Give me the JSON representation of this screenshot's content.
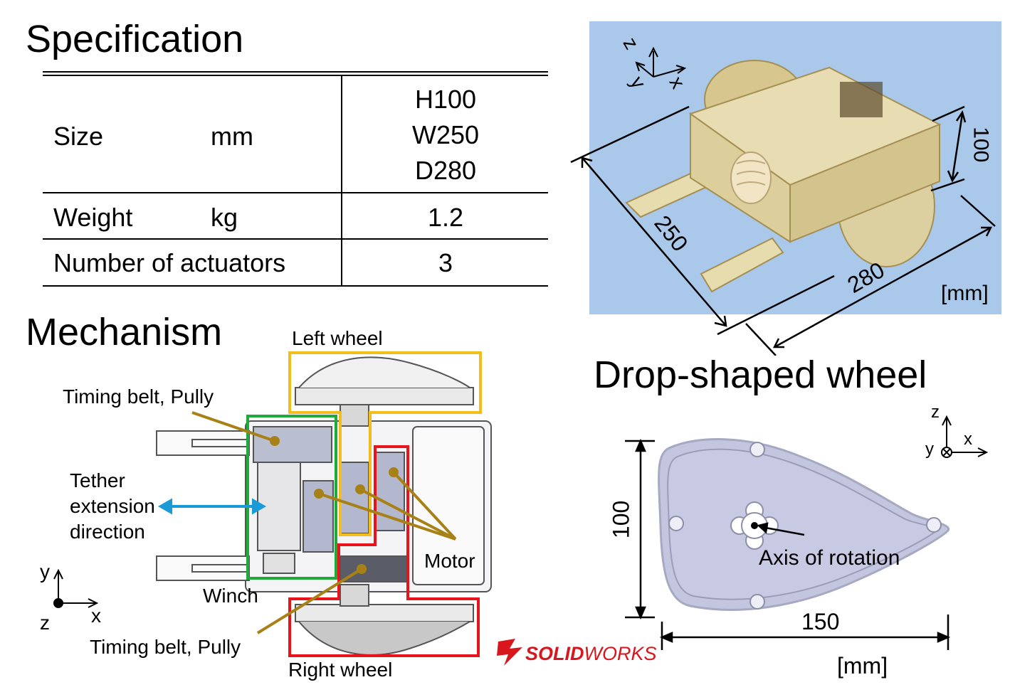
{
  "spec": {
    "title": "Specification",
    "rows": [
      {
        "name": "Size",
        "unit": "mm",
        "values": [
          "H100",
          "W250",
          "D280"
        ]
      },
      {
        "name": "Weight",
        "unit": "kg",
        "values": [
          "1.2"
        ]
      },
      {
        "name": "Number of actuators",
        "unit": "",
        "values": [
          "3"
        ]
      }
    ]
  },
  "photo": {
    "dims": [
      "250",
      "280",
      "100"
    ],
    "unit": "[mm]",
    "axes": [
      "z",
      "y",
      "x"
    ]
  },
  "mechanism": {
    "title": "Mechanism",
    "labels": {
      "left_wheel": "Left wheel",
      "right_wheel": "Right wheel",
      "timing_belt_top": "Timing belt, Pully",
      "timing_belt_bottom": "Timing belt, Pully",
      "tether_1": "Tether",
      "tether_2": "extension",
      "tether_3": "direction",
      "motor": "Motor",
      "winch": "Winch"
    },
    "axes": {
      "y": "y",
      "z": "z",
      "x": "x"
    },
    "brand": {
      "prefix": "SOLID",
      "suffix": "WORKS"
    }
  },
  "wheel": {
    "title": "Drop-shaped wheel",
    "height": "100",
    "width": "150",
    "unit": "[mm]",
    "axis_label": "Axis of rotation",
    "axes": {
      "z": "z",
      "y": "y",
      "x": "x"
    }
  },
  "colors": {
    "left_wheel_box": "#f2bd1d",
    "right_wheel_box": "#e8141c",
    "winch_box": "#1faa3c",
    "tether_arrow": "#1a9ad6",
    "leader": "#a78116",
    "photo_bg": "#a9c8ea",
    "brand": "#d8161e"
  }
}
